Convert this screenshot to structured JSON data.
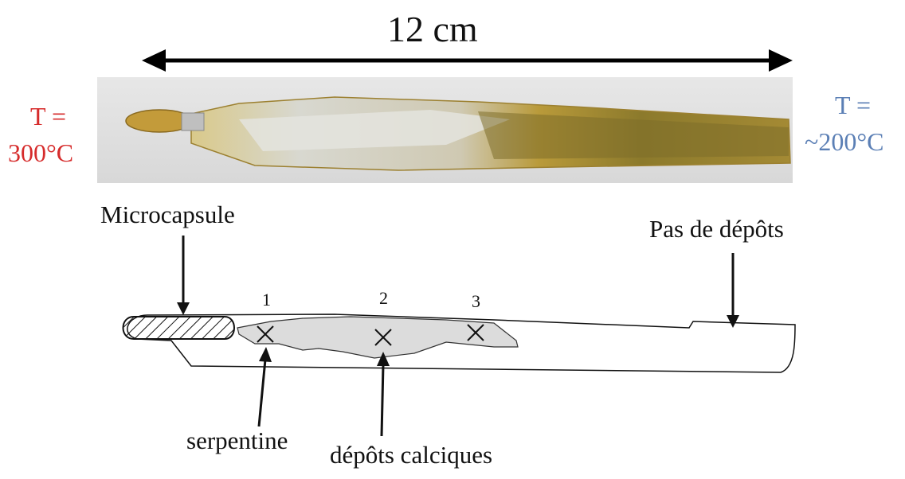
{
  "scale": {
    "label": "12 cm"
  },
  "temperatures": {
    "hot_line1": "T =",
    "hot_line2": "300°C",
    "cold_line1": "T =",
    "cold_line2": "~200°C"
  },
  "labels": {
    "microcapsule": "Microcapsule",
    "no_deposits": "Pas de dépôts",
    "serpentine": "serpentine",
    "calcic_deposits": "dépôts calciques"
  },
  "points": [
    "1",
    "2",
    "3"
  ],
  "colors": {
    "hot": "#d62b2b",
    "cold": "#5b7fb5",
    "deposit_fill": "#dcdcdc",
    "gold": "#c8a23c"
  }
}
